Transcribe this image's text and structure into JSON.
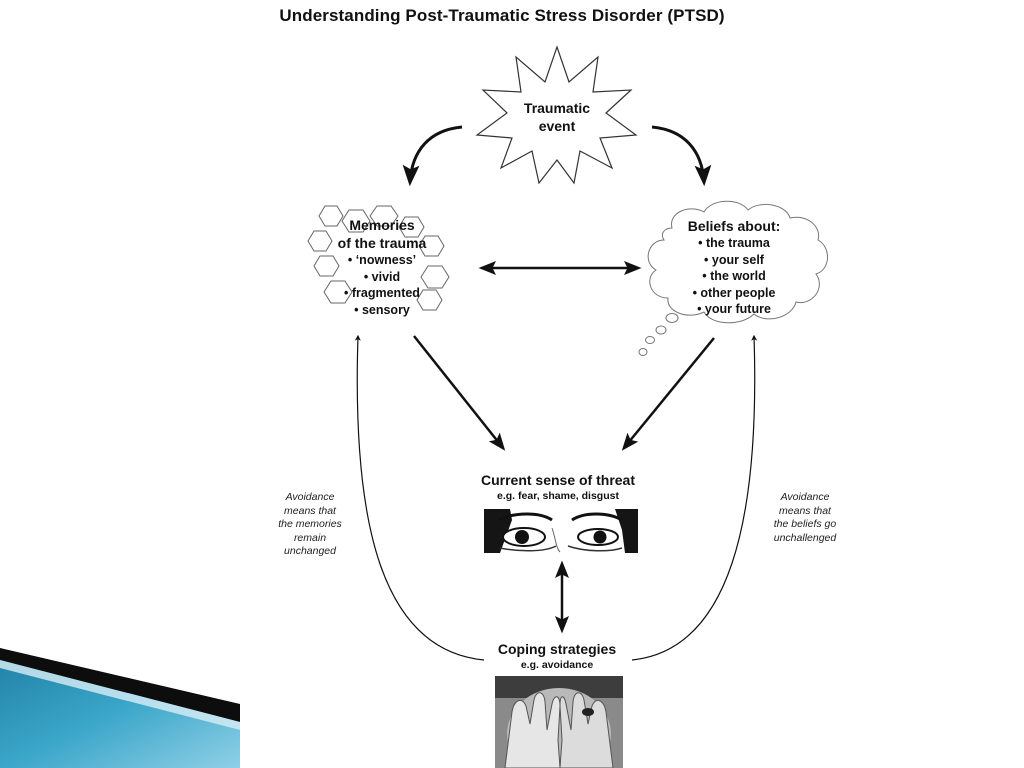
{
  "title": "Understanding Post-Traumatic Stress Disorder (PTSD)",
  "event": {
    "line1": "Traumatic",
    "line2": "event"
  },
  "memories": {
    "line1": "Memories",
    "line2": "of the trauma",
    "items": [
      "• ‘nowness’",
      "• vivid",
      "• fragmented",
      "• sensory"
    ]
  },
  "beliefs": {
    "heading": "Beliefs about:",
    "items": [
      "• the trauma",
      "• your self",
      "• the world",
      "• other people",
      "• your future"
    ]
  },
  "threat": {
    "heading": "Current sense of threat",
    "sub": "e.g. fear, shame, disgust"
  },
  "coping": {
    "heading": "Coping strategies",
    "sub": "e.g. avoidance"
  },
  "notes": {
    "left": [
      "Avoidance",
      "means that",
      "the memories",
      "remain",
      "unchanged"
    ],
    "right": [
      "Avoidance",
      "means that",
      "the beliefs go",
      "unchallenged"
    ]
  },
  "colors": {
    "accent_dark": "#1a1a1a",
    "slide_blue": "#2a8fb0",
    "slide_light": "#7ec8e0"
  }
}
